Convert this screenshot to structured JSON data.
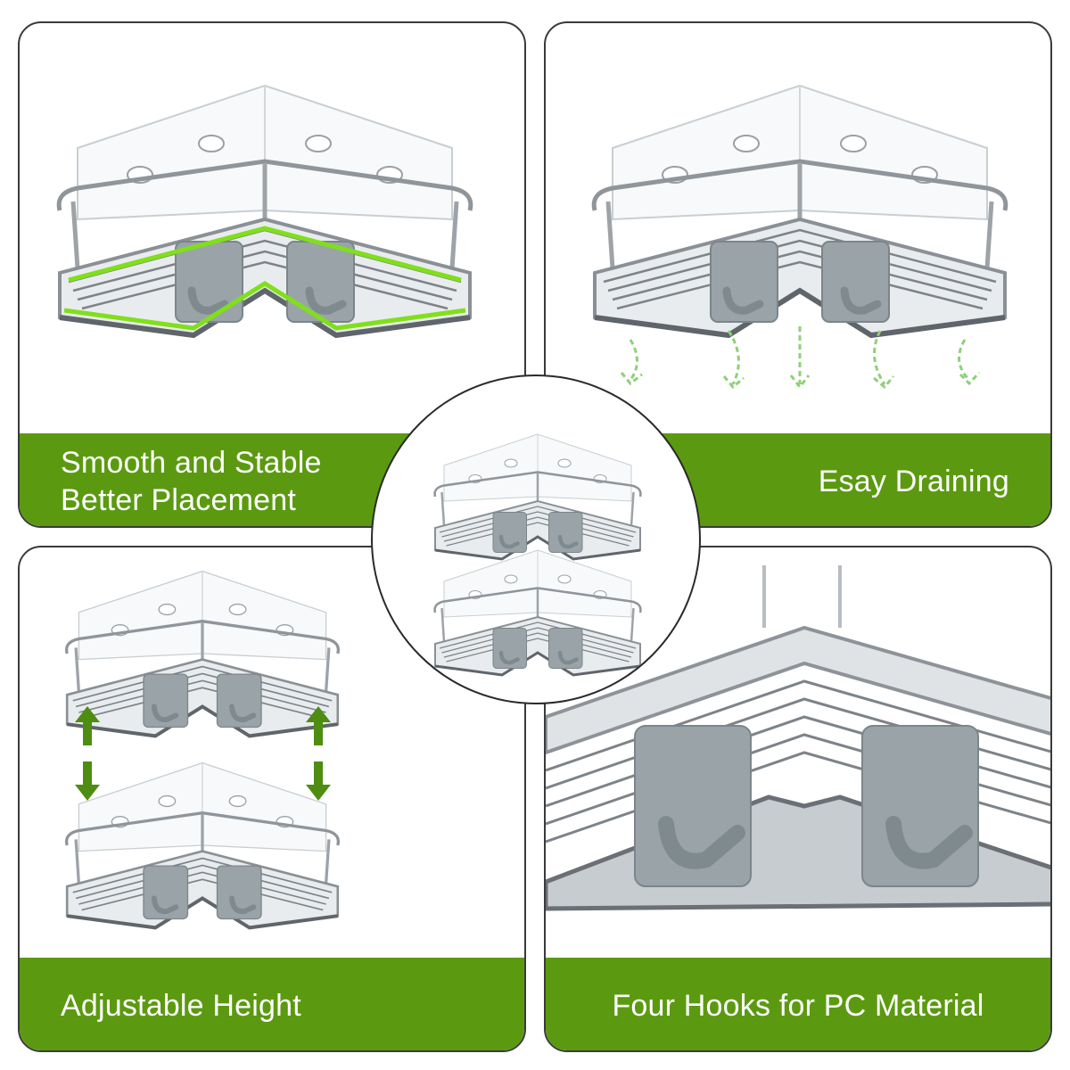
{
  "panels": {
    "top_left": {
      "caption": "Smooth and Stable\nBetter Placement"
    },
    "top_right": {
      "caption": "Esay Draining"
    },
    "bottom_left": {
      "caption": "Adjustable Height"
    },
    "bottom_right": {
      "caption": "Four Hooks for PC Material"
    }
  },
  "colors": {
    "band_green": "#5b9a10",
    "highlight_green": "#7fe01a",
    "arrow_green": "#4e8d12",
    "hook_gray": "#9aa4a8",
    "steel": "#9ea3a8"
  },
  "icons": {
    "shelf": "corner-shelf-illustration",
    "drain": "drain-arrow-icon",
    "adjust": "up-down-arrow-icon"
  }
}
